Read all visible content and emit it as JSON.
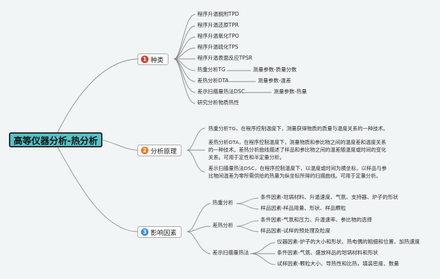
{
  "root": {
    "title": "高等仪器分析-热分析"
  },
  "colors": {
    "line": "#8a8a8a",
    "rootFill": "#56c2c6",
    "badge1": "#e23a2b",
    "badge2": "#ee7a22",
    "badge3": "#3d8fd8"
  },
  "b1": {
    "num": "1",
    "label": "种类",
    "items": [
      "程序升温脱附TPD",
      "程序升温还原TPR",
      "程序升温氧化TPO",
      "程序升温硫化TPS",
      "程序升温表面反应TPSR",
      "热重分析TG",
      "差热分析DTA",
      "差示扫描量热法DSC",
      "研究分析物质热性"
    ],
    "sub": [
      "测量参数-质量分数",
      "测量参数-温差",
      "测量参数-热量"
    ]
  },
  "b2": {
    "num": "2",
    "label": "分析原理",
    "p1": [
      "热重分析TG，在程序控制温度下，测量获得物质的质量与温度关系的一种技术。"
    ],
    "p2": [
      "差热分析DTA，在程序控制温度下，测量物质和参比物之间的温度差和温度关系",
      "的一种技术。差热分析曲线描述了样品和参比物之间的温差随温度或时间的变化",
      "关系。可用于定性和半定量分析。"
    ],
    "p3": [
      "差示扫描量热法DSC，在程序控制温度下，以温度或时间为横坐标，以样品与参",
      "比物间温差为零所需供给的热量为纵坐标所得的扫描曲线。可用于定量分析。"
    ]
  },
  "b3": {
    "num": "3",
    "label": "影响因素",
    "g1": "热重分析",
    "g1items": [
      "条件因素-坩埚材料、升温速度、气氛、支持器、炉子的形状",
      "样品因素-样品用量、形状、样品颗粒"
    ],
    "g2": "差热分析",
    "g2items": [
      "条件因素-气氛和压力、升温速率、参比物的选择",
      "样品因素-试样的预处理及粒度"
    ],
    "g3": "差示扫描量热法",
    "g3items": [
      "仪器因素-炉子的大小和形状、热电偶的粗细和位置、加热速度",
      "条件因素-气氛、盛放样品的坩埚材料和形状",
      "试样因素-颗粒大小、导热性和比热，填装密度、数量"
    ]
  }
}
